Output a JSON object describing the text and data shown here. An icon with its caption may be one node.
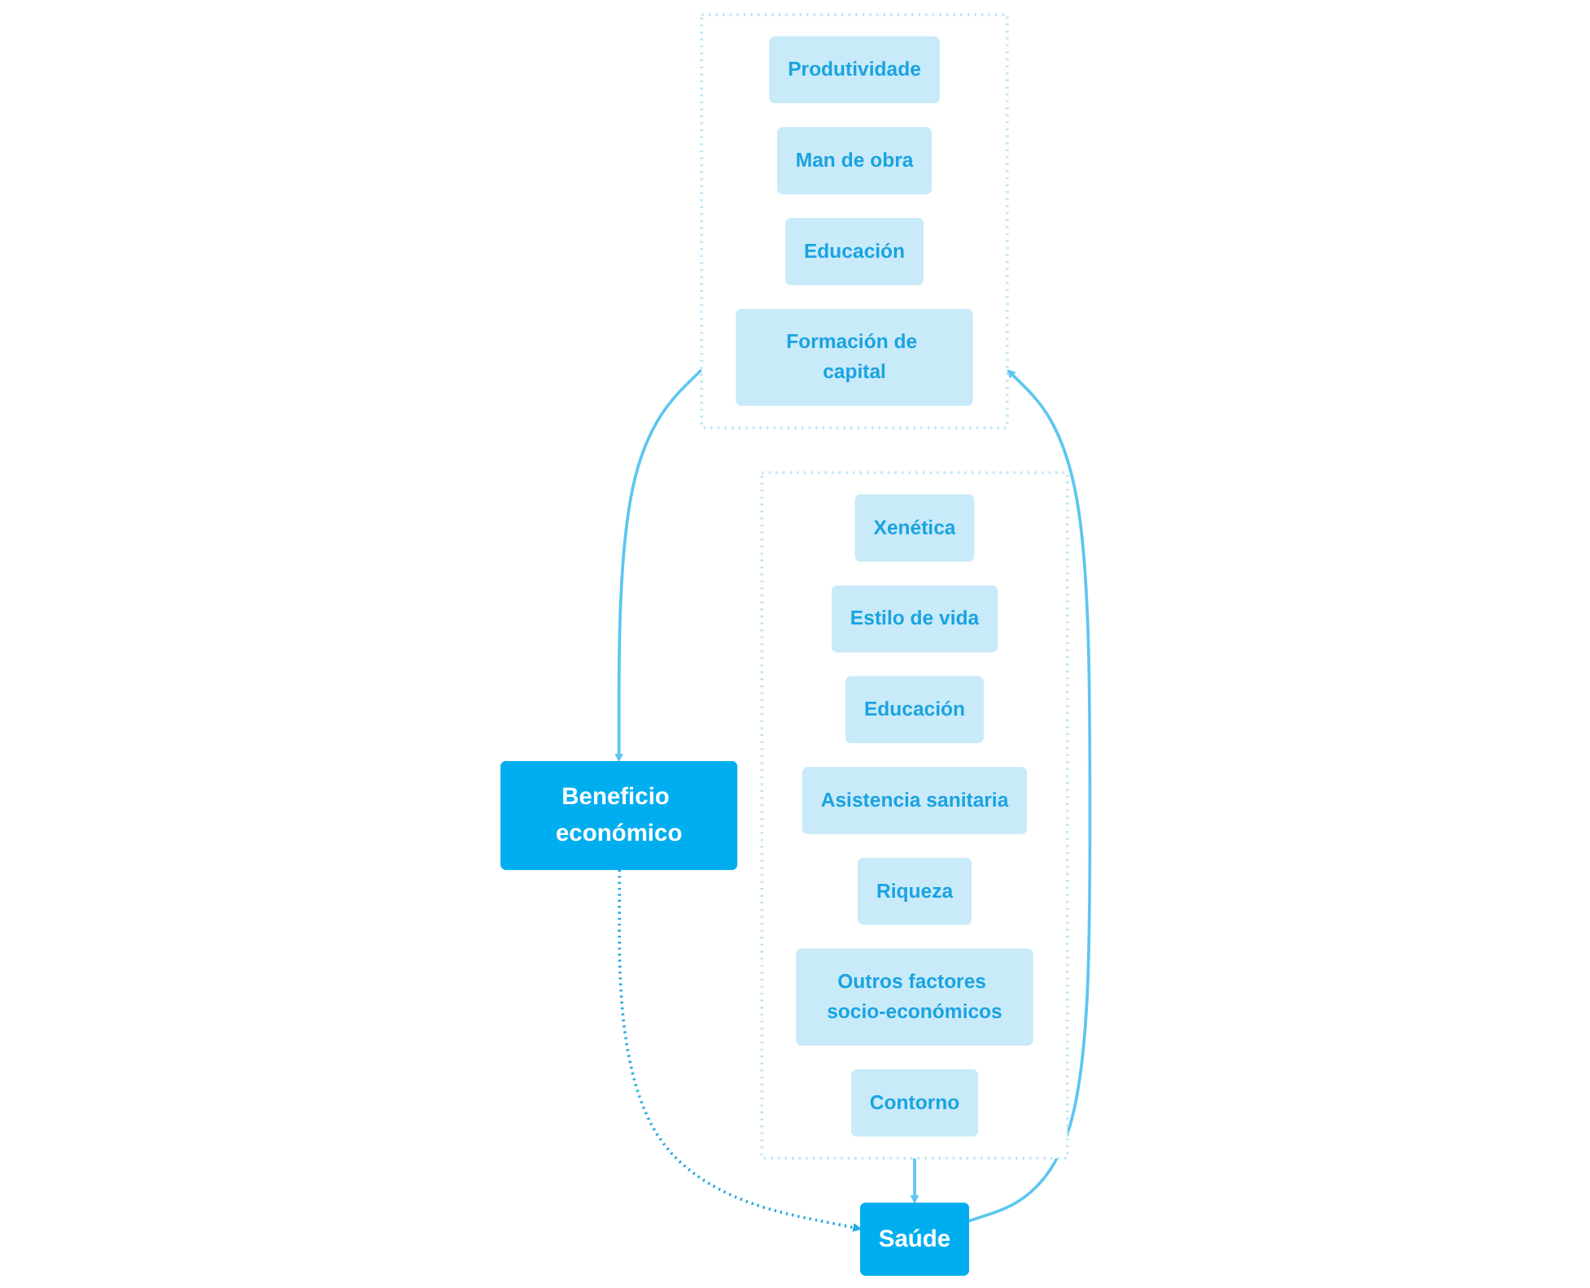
{
  "diagram": {
    "nodes": [
      {
        "text": [],
        "shape": "box"
      },
      {
        "text": [
          "Xenética"
        ],
        "in": 0
      },
      {
        "text": [
          "Estilo de vida"
        ],
        "in": 0
      },
      {
        "text": [
          "Educación"
        ],
        "in": 0
      },
      {
        "text": [
          "Asistencia sanitaria"
        ],
        "in": 0
      },
      {
        "text": [
          "Riqueza"
        ],
        "in": 0
      },
      {
        "text": [
          "Outros factores socio-económicos"
        ],
        "in": 0
      },
      {
        "text": [
          "Contorno"
        ],
        "in": 0
      },
      {
        "text": [
          "Saúde"
        ]
      },
      {
        "text": [],
        "shape": "box"
      },
      {
        "text": [
          "Produtividade"
        ],
        "in": 9
      },
      {
        "text": [
          "Man de obra"
        ],
        "in": 9
      },
      {
        "text": [
          "Educación"
        ],
        "in": 9
      },
      {
        "text": [
          "Formación de capital"
        ],
        "in": 9
      },
      {
        "text": [
          "Beneficio económico"
        ]
      }
    ],
    "edges": [
      {
        "from": 0,
        "to": 8,
        "arrow": "to"
      },
      {
        "from": 8,
        "to": 9,
        "arrow": "to"
      },
      {
        "from": 9,
        "to": 14,
        "arrow": "to"
      },
      {
        "from": 14,
        "to": 8,
        "arrow": "to",
        "style": "dashed"
      }
    ]
  }
}
